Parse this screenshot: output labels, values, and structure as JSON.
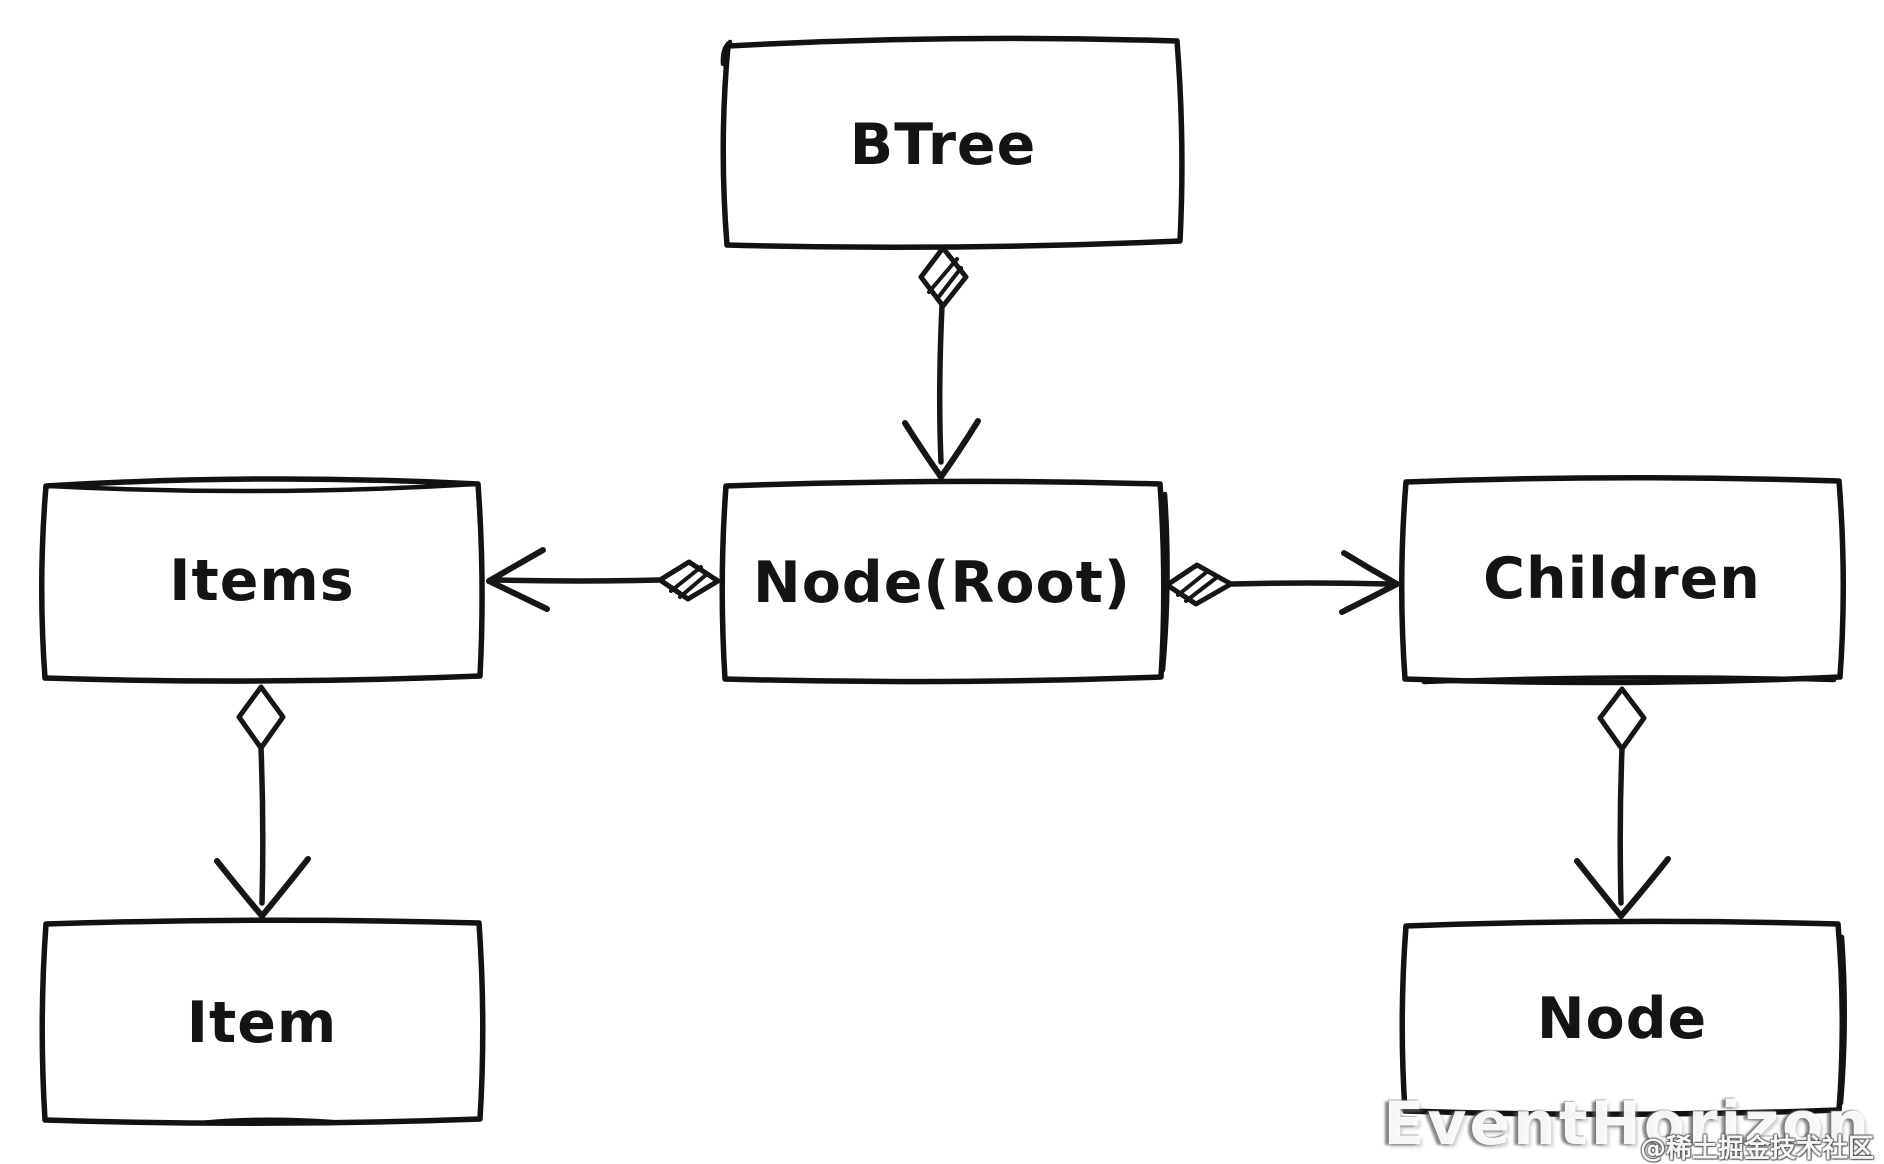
{
  "page": {
    "background": "#ffffff",
    "ink_color": "#121212"
  },
  "diagram": {
    "type": "uml-aggregation-diagram",
    "style": "hand-drawn-sketch",
    "nodes": [
      {
        "id": "btree",
        "label": "BTree"
      },
      {
        "id": "node-root",
        "label": "Node(Root)"
      },
      {
        "id": "items",
        "label": "Items"
      },
      {
        "id": "children",
        "label": "Children"
      },
      {
        "id": "item",
        "label": "Item"
      },
      {
        "id": "node",
        "label": "Node"
      }
    ],
    "edges": [
      {
        "from": "BTree",
        "to": "Node(Root)",
        "source_marker": "hollow-diamond-hatched",
        "target_marker": "open-arrow",
        "direction": "down"
      },
      {
        "from": "Node(Root)",
        "to": "Items",
        "source_marker": "hollow-diamond-hatched",
        "target_marker": "open-arrow",
        "direction": "left"
      },
      {
        "from": "Node(Root)",
        "to": "Children",
        "source_marker": "hollow-diamond-hatched",
        "target_marker": "open-arrow",
        "direction": "right"
      },
      {
        "from": "Items",
        "to": "Item",
        "source_marker": "hollow-diamond",
        "target_marker": "open-arrow",
        "direction": "down"
      },
      {
        "from": "Children",
        "to": "Node",
        "source_marker": "hollow-diamond",
        "target_marker": "open-arrow",
        "direction": "down"
      }
    ]
  },
  "watermark": {
    "title": "EventHorizon",
    "community": "@稀土掘金技术社区"
  }
}
